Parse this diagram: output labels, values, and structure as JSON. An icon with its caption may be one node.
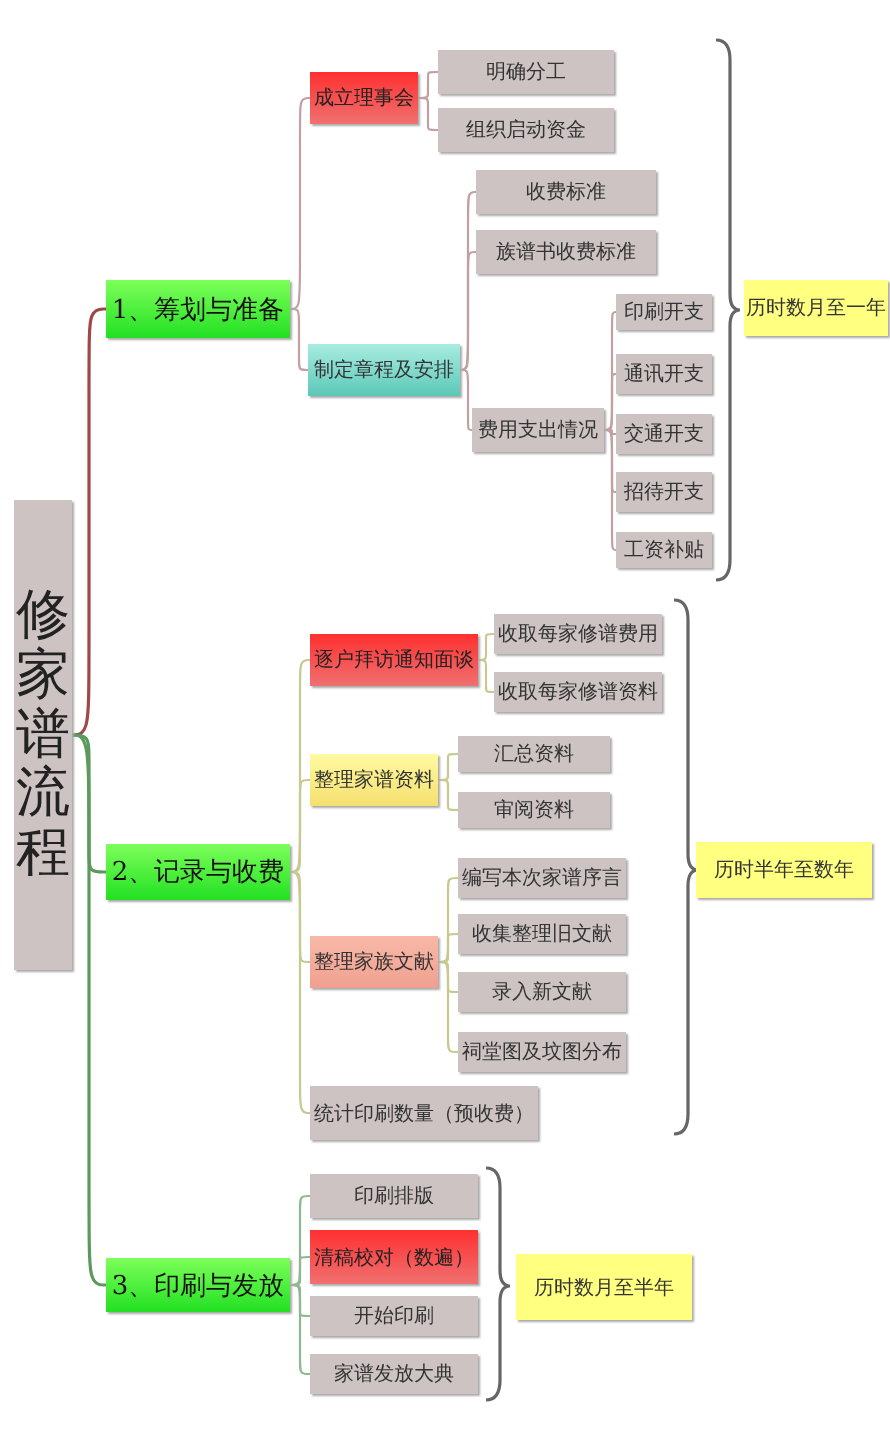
{
  "diagram": {
    "nodes": [
      {
        "text": [
          "修家谱流程"
        ]
      },
      {
        "text": [
          "1、筹划与准备"
        ]
      },
      {
        "text": [
          "成立理事会"
        ]
      },
      {
        "text": [
          "明确分工"
        ]
      },
      {
        "text": [
          "组织启动资金"
        ]
      },
      {
        "text": [
          "制定章程及安排"
        ]
      },
      {
        "text": [
          "收费标准"
        ]
      },
      {
        "text": [
          "族谱书收费标准"
        ]
      },
      {
        "text": [
          "费用支出情况"
        ]
      },
      {
        "text": [
          "印刷开支"
        ]
      },
      {
        "text": [
          "通讯开支"
        ]
      },
      {
        "text": [
          "交通开支"
        ]
      },
      {
        "text": [
          "招待开支"
        ]
      },
      {
        "text": [
          "工资补贴"
        ]
      },
      {
        "text": [
          "历时数月至一年"
        ]
      },
      {
        "text": [
          "2、记录与收费"
        ]
      },
      {
        "text": [
          "逐户拜访通知面谈"
        ]
      },
      {
        "text": [
          "收取每家修谱费用"
        ]
      },
      {
        "text": [
          "收取每家修谱资料"
        ]
      },
      {
        "text": [
          "整理家谱资料"
        ]
      },
      {
        "text": [
          "汇总资料"
        ]
      },
      {
        "text": [
          "审阅资料"
        ]
      },
      {
        "text": [
          "整理家族文献"
        ]
      },
      {
        "text": [
          "编写本次家谱序言"
        ]
      },
      {
        "text": [
          "收集整理旧文献"
        ]
      },
      {
        "text": [
          "录入新文献"
        ]
      },
      {
        "text": [
          "祠堂图及坟图分布"
        ]
      },
      {
        "text": [
          "统计印刷数量（预收费）"
        ]
      },
      {
        "text": [
          "历时半年至数年"
        ]
      },
      {
        "text": [
          "3、印刷与发放"
        ]
      },
      {
        "text": [
          "印刷排版"
        ]
      },
      {
        "text": [
          "清稿校对（数遍）"
        ]
      },
      {
        "text": [
          "开始印刷"
        ]
      },
      {
        "text": [
          "家谱发放大典"
        ]
      },
      {
        "text": [
          "历时数月至半年"
        ]
      }
    ],
    "edges": [
      {
        "from": 0,
        "to": 1,
        "arrow": "none",
        "color": "#a04848"
      },
      {
        "from": 1,
        "to": 2,
        "arrow": "none"
      },
      {
        "from": 2,
        "to": 3,
        "arrow": "none"
      },
      {
        "from": 2,
        "to": 4,
        "arrow": "none"
      },
      {
        "from": 1,
        "to": 5,
        "arrow": "none"
      },
      {
        "from": 5,
        "to": 6,
        "arrow": "none"
      },
      {
        "from": 5,
        "to": 7,
        "arrow": "none"
      },
      {
        "from": 5,
        "to": 8,
        "arrow": "none"
      },
      {
        "from": 8,
        "to": 9,
        "arrow": "none"
      },
      {
        "from": 8,
        "to": 10,
        "arrow": "none"
      },
      {
        "from": 8,
        "to": 11,
        "arrow": "none"
      },
      {
        "from": 8,
        "to": 12,
        "arrow": "none"
      },
      {
        "from": 8,
        "to": 13,
        "arrow": "none"
      },
      {
        "from": 0,
        "to": 15,
        "arrow": "none",
        "color": "#5a9a5a"
      },
      {
        "from": 15,
        "to": 16,
        "arrow": "none",
        "color": "#c8c890"
      },
      {
        "from": 16,
        "to": 17,
        "arrow": "none",
        "color": "#c8c890"
      },
      {
        "from": 16,
        "to": 18,
        "arrow": "none",
        "color": "#c8c890"
      },
      {
        "from": 15,
        "to": 19,
        "arrow": "none",
        "color": "#c8c890"
      },
      {
        "from": 19,
        "to": 20,
        "arrow": "none",
        "color": "#c8c890"
      },
      {
        "from": 19,
        "to": 21,
        "arrow": "none",
        "color": "#c8c890"
      },
      {
        "from": 15,
        "to": 22,
        "arrow": "none",
        "color": "#c8c890"
      },
      {
        "from": 22,
        "to": 23,
        "arrow": "none",
        "color": "#c8c890"
      },
      {
        "from": 22,
        "to": 24,
        "arrow": "none",
        "color": "#c8c890"
      },
      {
        "from": 22,
        "to": 25,
        "arrow": "none",
        "color": "#c8c890"
      },
      {
        "from": 22,
        "to": 26,
        "arrow": "none",
        "color": "#c8c890"
      },
      {
        "from": 15,
        "to": 27,
        "arrow": "none",
        "color": "#c8c890"
      },
      {
        "from": 0,
        "to": 29,
        "arrow": "none",
        "color": "#5a9a5a"
      },
      {
        "from": 29,
        "to": 30,
        "arrow": "none",
        "color": "#90b890"
      },
      {
        "from": 29,
        "to": 31,
        "arrow": "none",
        "color": "#90b890"
      },
      {
        "from": 29,
        "to": 32,
        "arrow": "none",
        "color": "#90b890"
      },
      {
        "from": 29,
        "to": 33,
        "arrow": "none",
        "color": "#90b890"
      }
    ]
  }
}
